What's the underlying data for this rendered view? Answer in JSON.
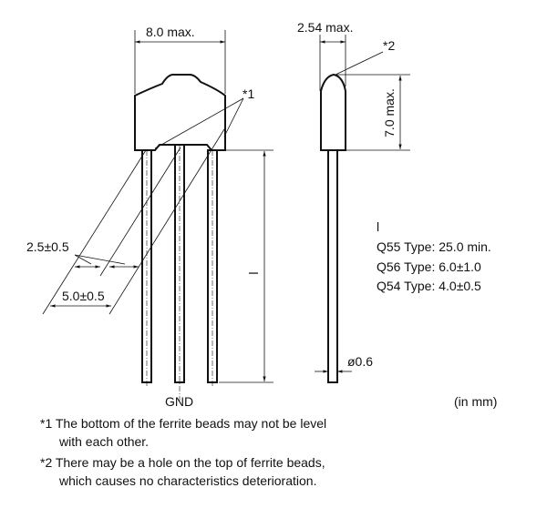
{
  "front_view": {
    "width_dim": "8.0 max.",
    "note1_ref": "*1",
    "pitch_dim": "2.5±0.5",
    "span_dim": "5.0±0.5",
    "length_label": "l",
    "gnd_label": "GND"
  },
  "side_view": {
    "width_dim": "2.54 max.",
    "note2_ref": "*2",
    "height_dim": "7.0 max.",
    "lead_dia": "ø0.6"
  },
  "length_table": {
    "label": "l",
    "rows": [
      "Q55 Type: 25.0 min.",
      "Q56 Type: 6.0±1.0",
      "Q54 Type: 4.0±0.5"
    ]
  },
  "units": "(in mm)",
  "notes": [
    {
      "line1": "*1 The bottom of the ferrite beads may not be level",
      "line2": "with each other."
    },
    {
      "line1": "*2 There may be a hole on the top of ferrite beads,",
      "line2": "which causes no characteristics deterioration."
    }
  ]
}
